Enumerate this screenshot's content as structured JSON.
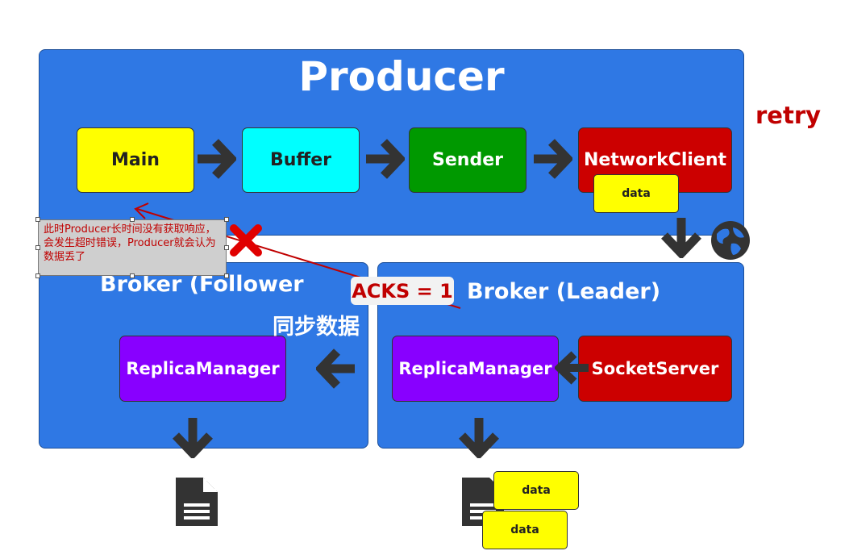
{
  "producer": {
    "title": "Producer",
    "boxes": {
      "main": "Main",
      "buffer": "Buffer",
      "sender": "Sender",
      "network_client": "NetworkClient"
    },
    "data_chip": "data"
  },
  "retry_label": "retry",
  "follower": {
    "title": "Broker (Follower",
    "replica_manager": "ReplicaManager"
  },
  "leader": {
    "title": "Broker (Leader)",
    "replica_manager": "ReplicaManager",
    "socket_server": "SocketServer"
  },
  "sync_label": "同步数据",
  "acks_label": "ACKS = 1",
  "timeout_note": "此时Producer长时间没有获取响应，会发生超时错误，Producer就会认为数据丢了",
  "storage_chips": [
    "data",
    "data"
  ],
  "icons": [
    "arrow-right-icon",
    "arrow-down-icon",
    "arrow-left-icon",
    "globe-icon",
    "document-icon",
    "cross-icon"
  ],
  "colors": {
    "panel": "#2f78e4",
    "main": "#ffff00",
    "buffer": "#00ffff",
    "sender": "#009900",
    "network_client": "#cc0000",
    "replica_manager": "#8800ff",
    "socket_server": "#cc0000",
    "alert": "#c00000",
    "arrow": "#333333"
  }
}
